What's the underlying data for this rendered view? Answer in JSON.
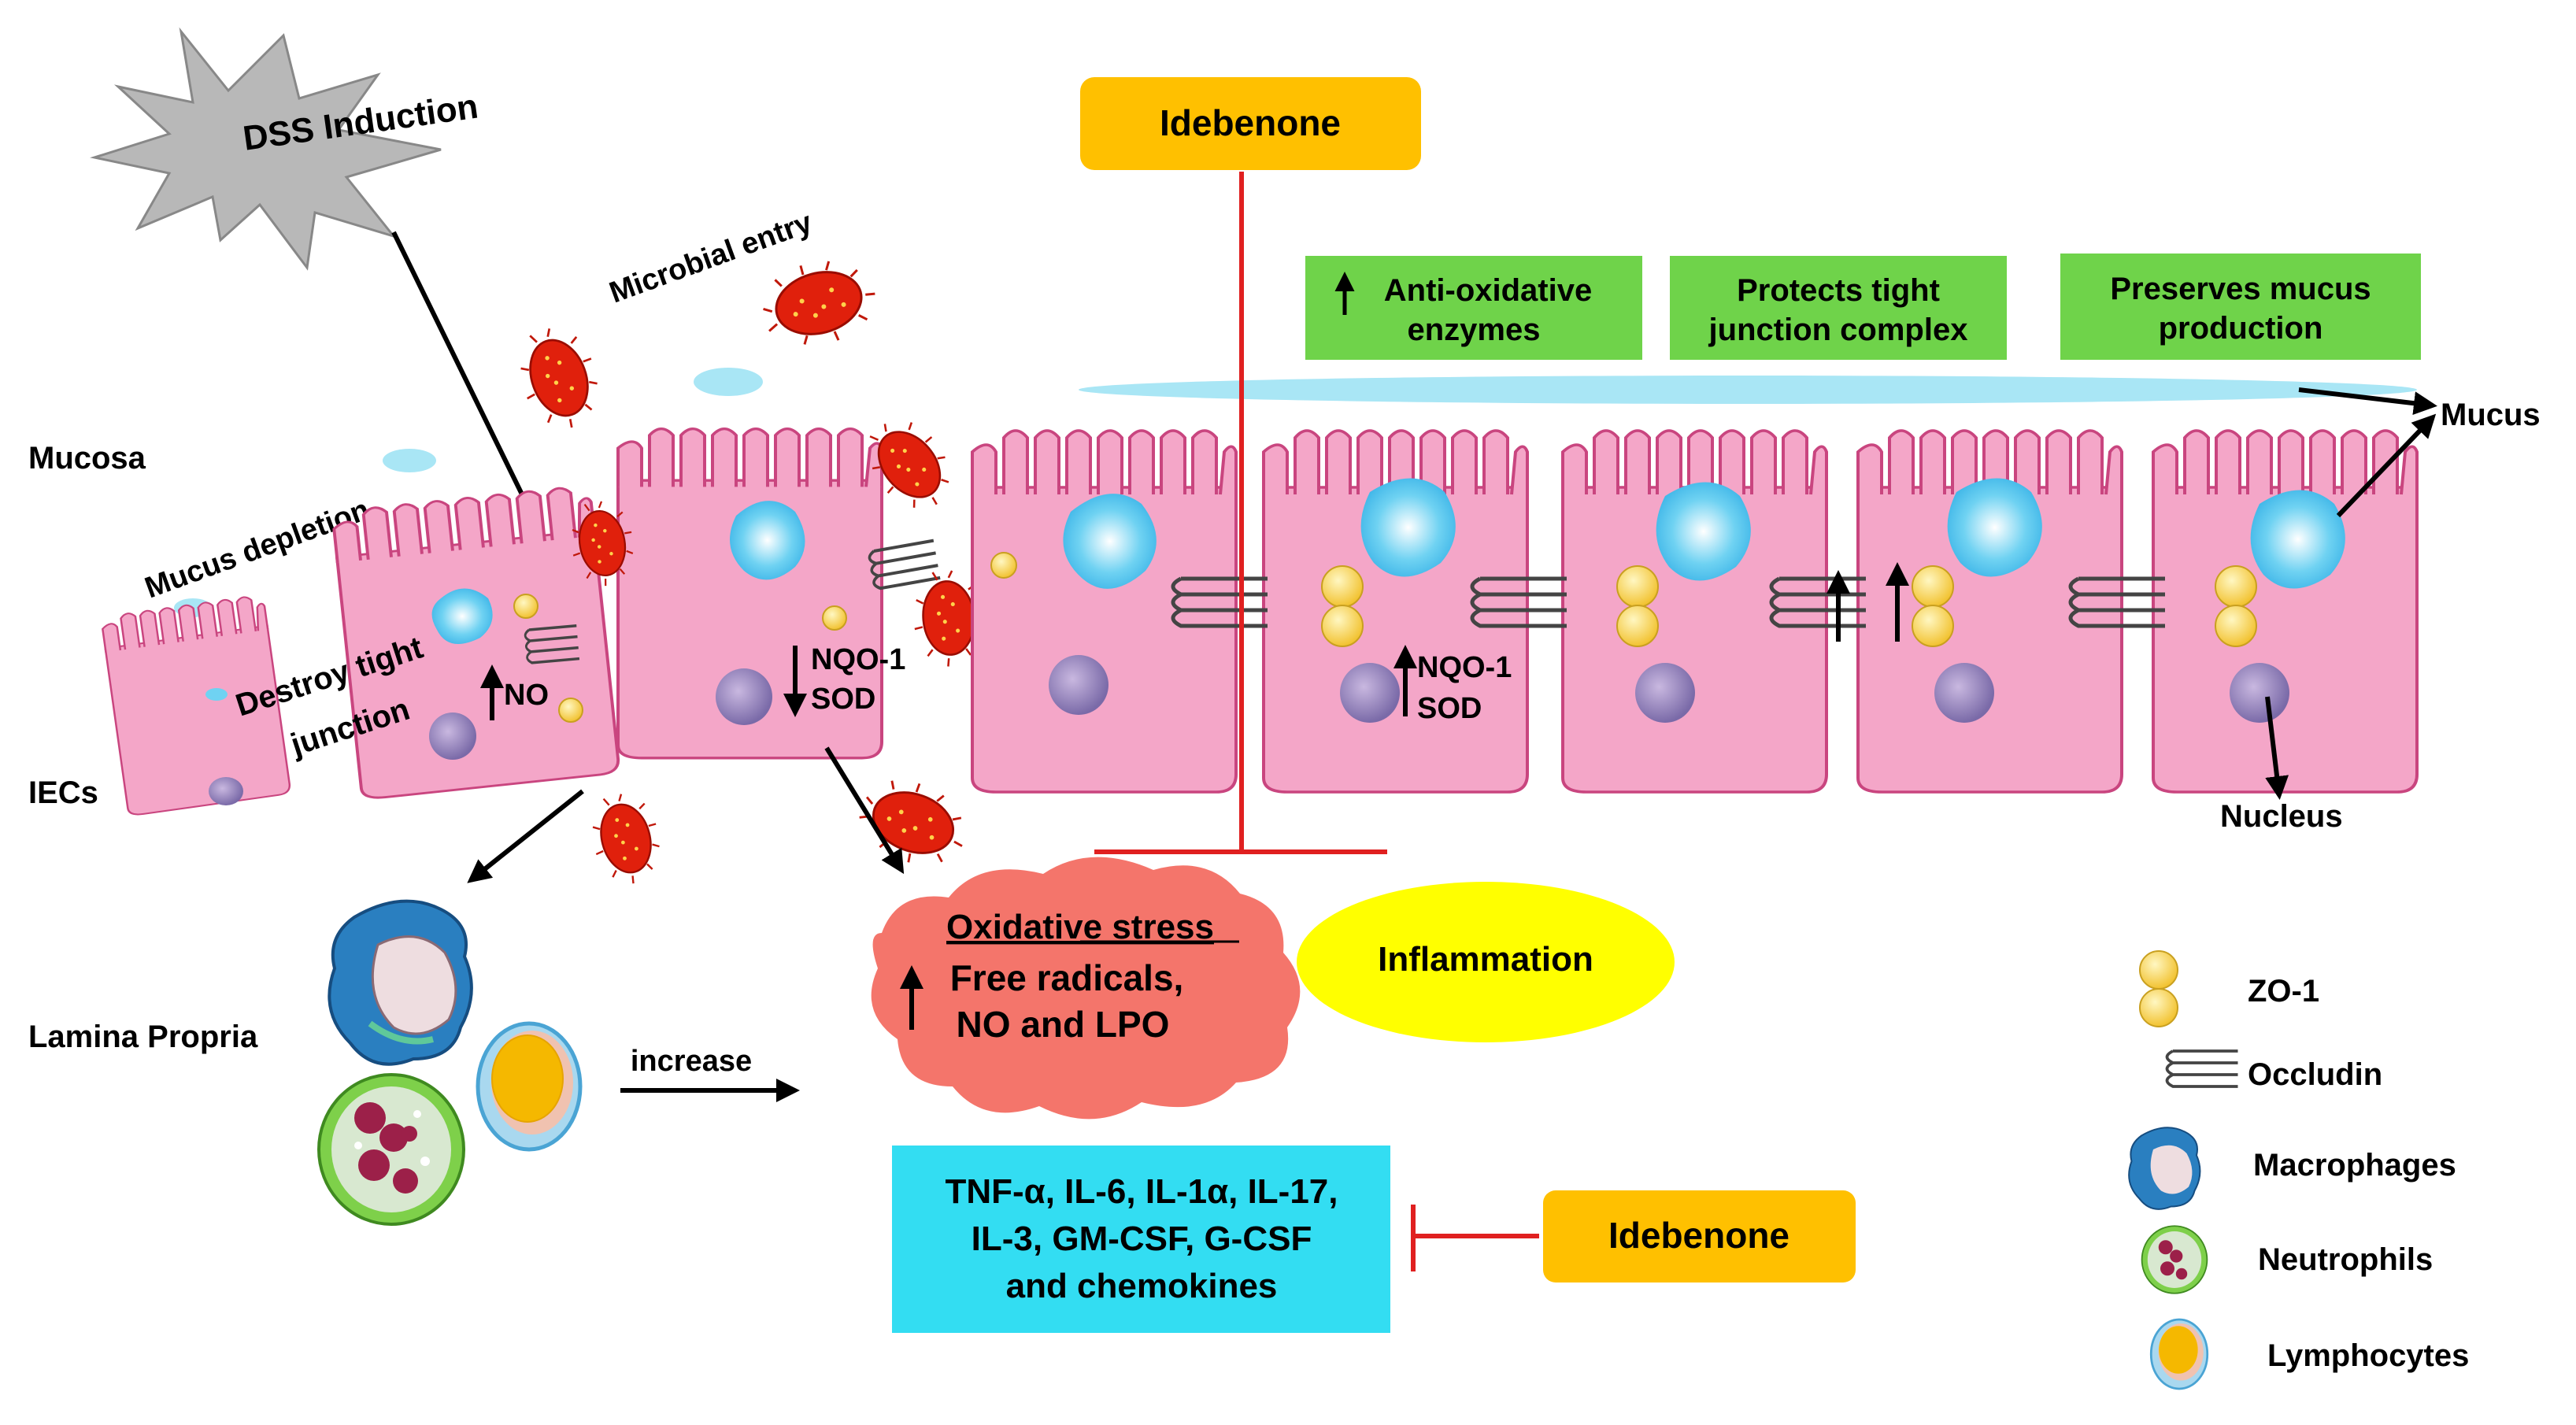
{
  "labels": {
    "dss_induction": "DSS Induction",
    "microbial_entry": "Microbial entry",
    "mucosa": "Mucosa",
    "mucus_depletion": "Mucus depletion",
    "destroy_tight_1": "Destroy tight",
    "destroy_tight_2": "junction",
    "no_label": "NO",
    "nqo1_left": "NQO-1",
    "sod_left": "SOD",
    "iecs": "IECs",
    "lamina_propria": "Lamina Propria",
    "increase": "increase",
    "nqo1_right": "NQO-1",
    "sod_right": "SOD",
    "mucus": "Mucus",
    "nucleus": "Nucleus"
  },
  "idebenone_top": "Idebenone",
  "idebenone_bottom": "Idebenone",
  "effects": [
    {
      "line1": "Anti-oxidative",
      "line2": "enzymes"
    },
    {
      "line1": "Protects tight",
      "line2": "junction complex"
    },
    {
      "line1": "Preserves mucus",
      "line2": "production"
    }
  ],
  "oxidative": {
    "title": "Oxidative stress",
    "line1": "Free radicals,",
    "line2": "NO and LPO"
  },
  "inflammation": "Inflammation",
  "cytokines": {
    "line1": "TNF-α, IL-6, IL-1α, IL-17,",
    "line2": "IL-3, GM-CSF, G-CSF",
    "line3": "and chemokines"
  },
  "legend": [
    "ZO-1",
    "Occludin",
    "Macrophages",
    "Neutrophils",
    "Lymphocytes"
  ],
  "colors": {
    "cell_fill": "#f4a6c8",
    "cell_stroke": "#c9457f",
    "idebenone_box": "#ffc000",
    "effect_box": "#6fd34a",
    "cytokine_box": "#33ddf2",
    "oxidative_cloud": "#f4756b",
    "inflammation_ellipse": "#ffff00",
    "inhibit_line": "#e02020",
    "mucus": "#a9e6f5"
  }
}
